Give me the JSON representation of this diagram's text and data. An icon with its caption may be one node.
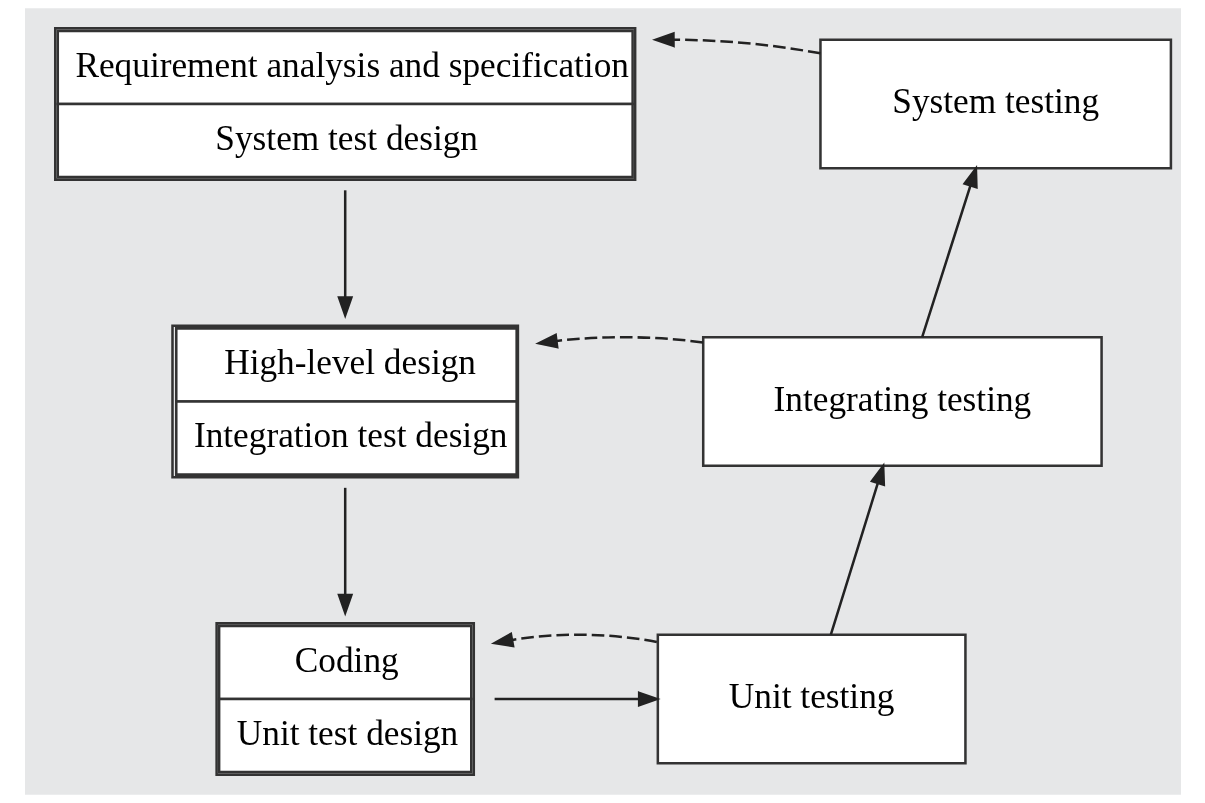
{
  "diagram": {
    "nodes": [
      {
        "text": [
          "Requirement analysis and specification",
          "System test design"
        ]
      },
      {
        "text": [
          "High-level design",
          "Integration test design"
        ]
      },
      {
        "text": [
          "Coding",
          "Unit test design"
        ]
      },
      {
        "text": [
          "Unit testing"
        ]
      },
      {
        "text": [
          "Integrating testing"
        ]
      },
      {
        "text": [
          "System testing"
        ]
      }
    ],
    "edges": [
      {
        "from": 0,
        "to": 1,
        "arrow": "to"
      },
      {
        "from": 1,
        "to": 2,
        "arrow": "to"
      },
      {
        "from": 2,
        "to": 3,
        "arrow": "to"
      },
      {
        "from": 3,
        "to": 4,
        "arrow": "to"
      },
      {
        "from": 4,
        "to": 5,
        "arrow": "to"
      },
      {
        "from": 5,
        "to": 0,
        "arrow": "to",
        "style": "dashed"
      },
      {
        "from": 4,
        "to": 1,
        "arrow": "to",
        "style": "dashed"
      },
      {
        "from": 3,
        "to": 2,
        "arrow": "to",
        "style": "dashed"
      }
    ]
  }
}
